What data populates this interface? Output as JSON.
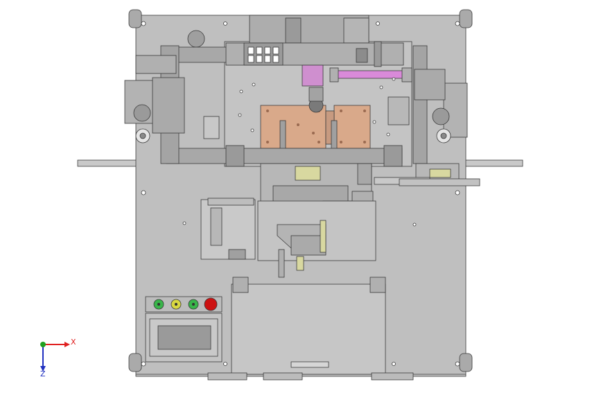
{
  "viewport": {
    "background": "#ffffff",
    "frame_fill": "#bdbdbd",
    "line_color": "#3a3a3a",
    "copper_color": "#d9a98a",
    "magenta_color": "#d98ad9"
  },
  "triad": {
    "x_label": "X",
    "z_label": "Z",
    "x_color": "#e02020",
    "y_color": "#20a020",
    "z_color": "#2030c0"
  },
  "control_panel": {
    "indicators": [
      {
        "name": "indicator-light-1",
        "color": "#39b54a"
      },
      {
        "name": "indicator-light-2",
        "color": "#d8d840"
      },
      {
        "name": "indicator-light-3",
        "color": "#39b54a"
      },
      {
        "name": "stop-button",
        "color": "#cc1111"
      }
    ],
    "screen_color": "#9a9a9a"
  }
}
